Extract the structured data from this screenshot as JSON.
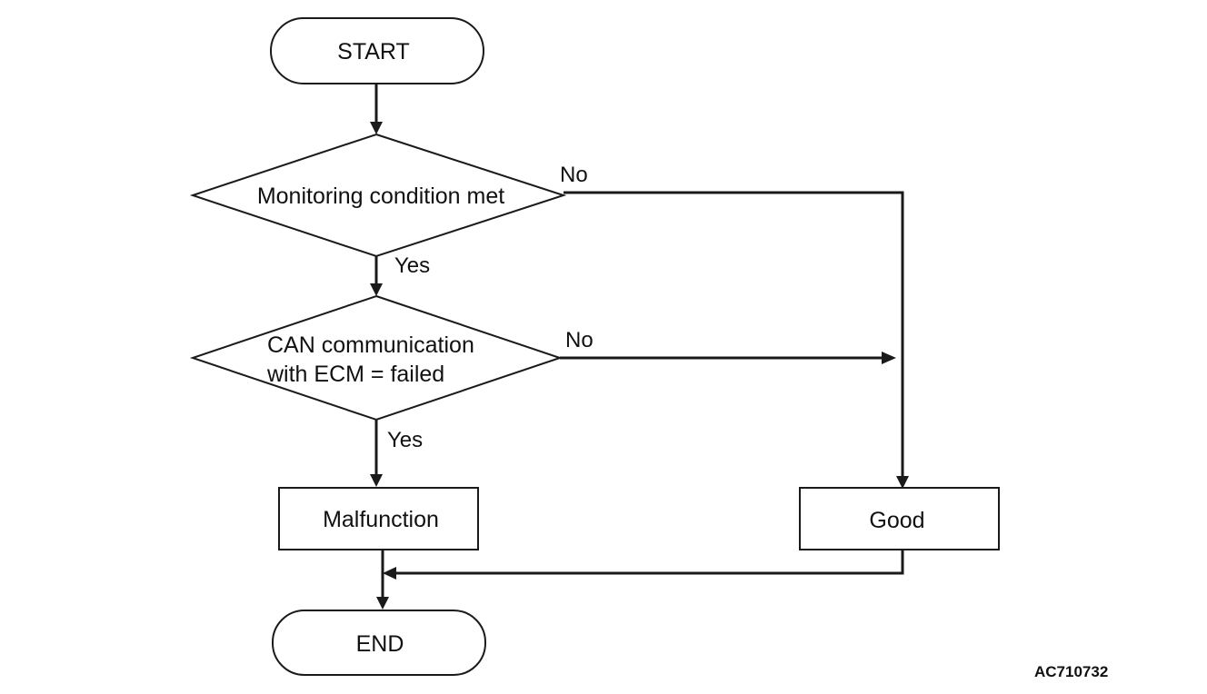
{
  "nodes": {
    "start": "START",
    "decision1": "Monitoring condition met",
    "decision2_line1": "CAN communication",
    "decision2_line2": "with ECM = failed",
    "malfunction": "Malfunction",
    "good": "Good",
    "end": "END"
  },
  "edges": {
    "d1_no": "No",
    "d1_yes": "Yes",
    "d2_no": "No",
    "d2_yes": "Yes"
  },
  "figure_code": "AC710732"
}
